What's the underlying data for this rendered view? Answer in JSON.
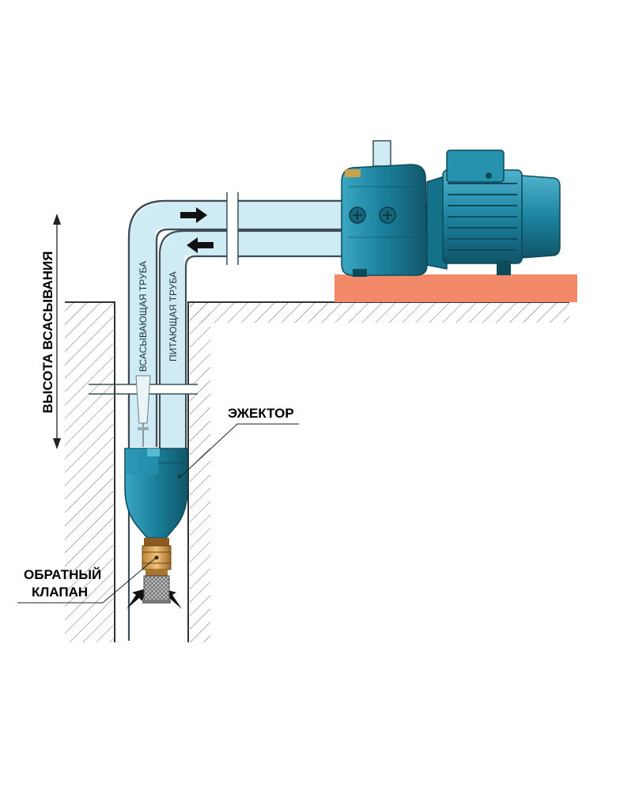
{
  "labels": {
    "suction_height": "ВЫСОТА ВСАСЫВАНИЯ",
    "suction_pipe": "ВСАСЫВАЮЩАЯ ТРУБА",
    "supply_pipe": "ПИТАЮЩАЯ ТРУБА",
    "ejector": "ЭЖЕКТОР",
    "check_valve_line1": "ОБРАТНЫЙ",
    "check_valve_line2": "КЛАПАН"
  },
  "colors": {
    "pipe_fill": "#cfecf5",
    "pipe_stroke": "#3c4e5a",
    "pump_body": "#1a7f9a",
    "pump_dark": "#11576b",
    "pump_light": "#3aa7c2",
    "platform": "#f28a6a",
    "valve": "#d9a45a",
    "hatch": "#555555"
  }
}
